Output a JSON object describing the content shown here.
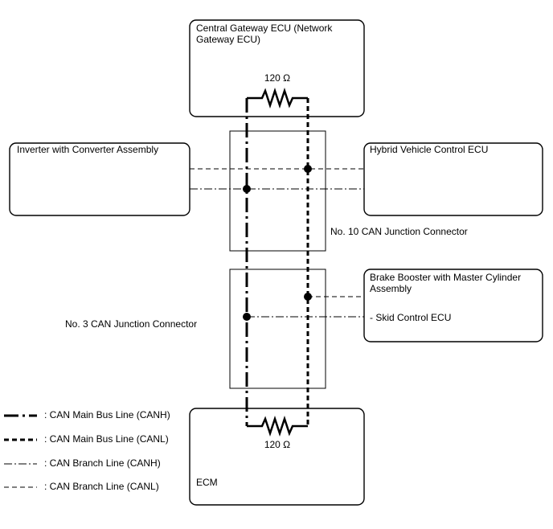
{
  "ecus": {
    "central_gateway": "Central Gateway ECU (Network Gateway ECU)",
    "central_gateway_line1": "Central Gateway ECU (Network",
    "central_gateway_line2": "Gateway ECU)",
    "inverter": "Inverter with Converter Assembly",
    "hybrid_vehicle": "Hybrid Vehicle Control ECU",
    "brake_booster_line1": "Brake Booster with Master Cylinder",
    "brake_booster_line2": "Assembly",
    "skid_control": "- Skid Control ECU",
    "ecm": "ECM"
  },
  "connectors": {
    "no10": "No. 10 CAN Junction Connector",
    "no3": "No. 3 CAN Junction Connector"
  },
  "resistors": {
    "top": "120 Ω",
    "bottom": "120 Ω"
  },
  "legend": [
    {
      "style": "main-canh",
      "label": ": CAN Main Bus Line (CANH)"
    },
    {
      "style": "main-canl",
      "label": ": CAN Main Bus Line (CANL)"
    },
    {
      "style": "branch-canh",
      "label": ": CAN Branch Line (CANH)"
    },
    {
      "style": "branch-canl",
      "label": ": CAN Branch Line (CANL)"
    }
  ],
  "colors": {
    "line": "#000000",
    "background": "#ffffff"
  }
}
